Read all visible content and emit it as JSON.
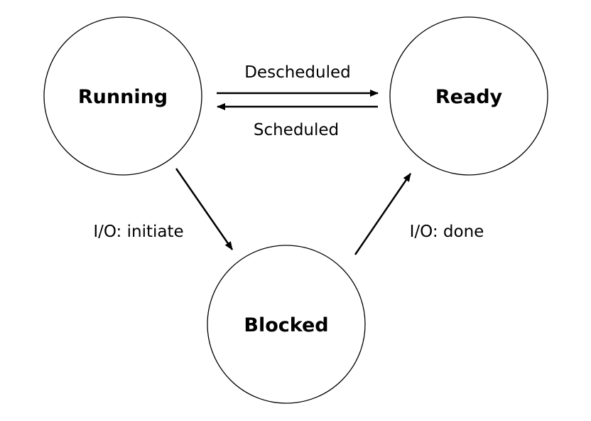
{
  "states": {
    "running": "Running",
    "ready": "Ready",
    "blocked": "Blocked"
  },
  "transitions": {
    "descheduled": "Descheduled",
    "scheduled": "Scheduled",
    "io_initiate": "I/O: initiate",
    "io_done": "I/O: done"
  },
  "colors": {
    "stroke": "#000000",
    "background": "#ffffff"
  }
}
